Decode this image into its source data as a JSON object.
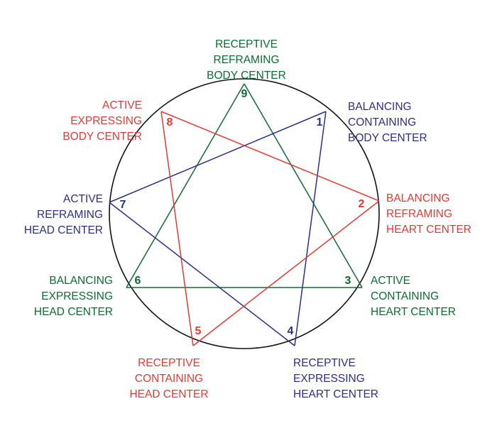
{
  "colors": {
    "green": "#0d6b32",
    "red": "#e03a34",
    "blue": "#2c2f86",
    "circle": "#111111"
  },
  "points": [
    {
      "number": "9",
      "color": "green",
      "label": [
        "RECEPTIVE",
        "REFRAMING",
        "BODY CENTER"
      ]
    },
    {
      "number": "1",
      "color": "blue",
      "label": [
        "BALANCING",
        "CONTAINING",
        "BODY CENTER"
      ]
    },
    {
      "number": "2",
      "color": "red",
      "label": [
        "BALANCING",
        "REFRAMING",
        "HEART CENTER"
      ]
    },
    {
      "number": "3",
      "color": "green",
      "label": [
        "ACTIVE",
        "CONTAINING",
        "HEART CENTER"
      ]
    },
    {
      "number": "4",
      "color": "blue",
      "label": [
        "RECEPTIVE",
        "EXPRESSING",
        "HEART CENTER"
      ]
    },
    {
      "number": "5",
      "color": "red",
      "label": [
        "RECEPTIVE",
        "CONTAINING",
        "HEAD CENTER"
      ]
    },
    {
      "number": "6",
      "color": "green",
      "label": [
        "BALANCING",
        "EXPRESSING",
        "HEAD CENTER"
      ]
    },
    {
      "number": "7",
      "color": "blue",
      "label": [
        "ACTIVE",
        "REFRAMING",
        "HEAD CENTER"
      ]
    },
    {
      "number": "8",
      "color": "red",
      "label": [
        "ACTIVE",
        "EXPRESSING",
        "BODY CENTER"
      ]
    }
  ],
  "connections": [
    {
      "from": "9",
      "to": "3",
      "color": "green"
    },
    {
      "from": "3",
      "to": "6",
      "color": "green"
    },
    {
      "from": "6",
      "to": "9",
      "color": "green"
    },
    {
      "from": "1",
      "to": "4",
      "color": "blue"
    },
    {
      "from": "4",
      "to": "7",
      "color": "blue"
    },
    {
      "from": "7",
      "to": "1",
      "color": "blue"
    },
    {
      "from": "2",
      "to": "5",
      "color": "red"
    },
    {
      "from": "5",
      "to": "8",
      "color": "red"
    },
    {
      "from": "8",
      "to": "2",
      "color": "red"
    }
  ]
}
